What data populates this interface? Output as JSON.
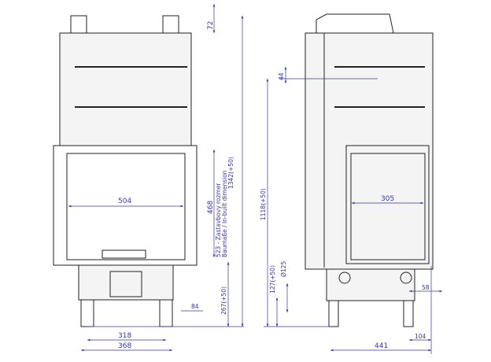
{
  "front_view": {
    "dim_top_handles": "72",
    "dim_glass_width": "504",
    "dim_glass_height": "468",
    "inbuilt_line1": "523 - Zastavbovy rozmer",
    "inbuilt_line2": "Baumaße / In-built dimension",
    "dim_total_height": "1342(+50)",
    "dim_base_height": "267(+50)",
    "dim_side_offset": "84",
    "dim_leg_inner": "318",
    "dim_leg_outer": "368"
  },
  "side_view": {
    "dim_top": "44",
    "dim_height_to_top": "1118(+50)",
    "dim_flue_height": "127(+50)",
    "dim_flue_diameter": "Ø125",
    "dim_glass_depth": "305",
    "dim_rear_offset": "58",
    "dim_leg_offset": "104",
    "dim_depth": "441"
  }
}
